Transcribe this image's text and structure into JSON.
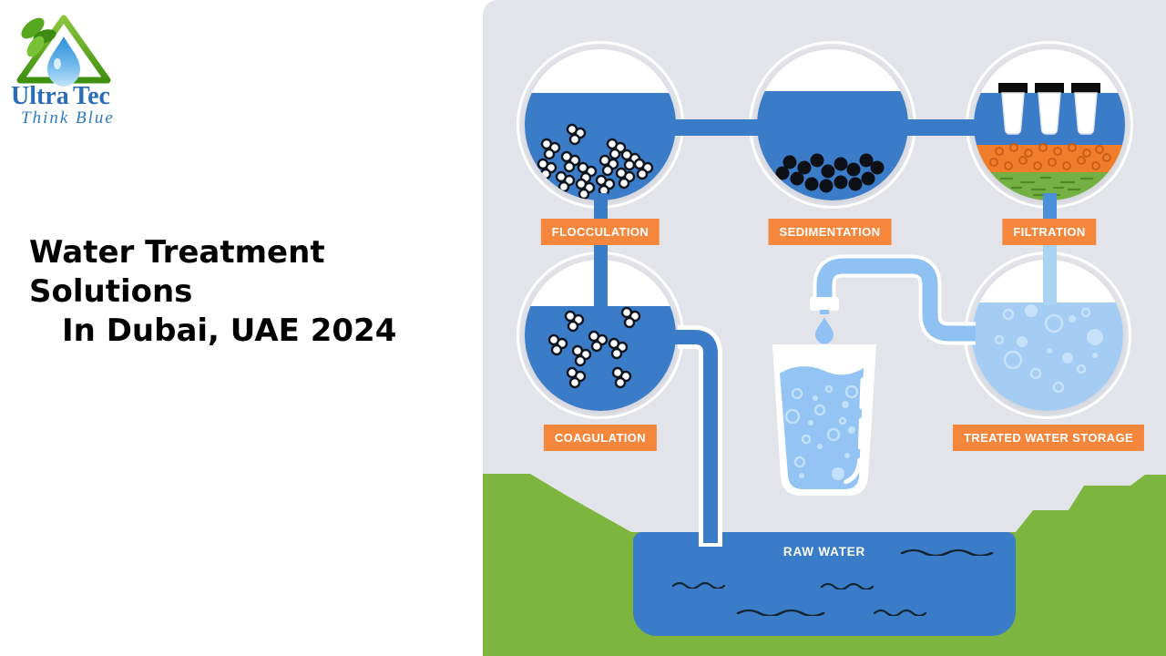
{
  "brand": {
    "name_part1": "Ultra",
    "name_part2": "Tec",
    "tagline": "Think Blue"
  },
  "title": {
    "line1": "Water Treatment Solutions",
    "line2": "In Dubai, UAE 2024"
  },
  "stages": {
    "flocculation": "FLOCCULATION",
    "sedimentation": "SEDIMENTATION",
    "filtration": "FILTRATION",
    "coagulation": "COAGULATION",
    "storage": "TREATED WATER STORAGE",
    "raw_water": "RAW WATER"
  },
  "colors": {
    "panel_bg": "#e3e4e9",
    "water_blue": "#3b7cc9",
    "treated_water_light": "#a5cdf4",
    "glass_water": "#93c4f3",
    "pipe_light_blue": "#8fc1f2",
    "label_orange": "#f5873d",
    "terrain_green": "#7db53f",
    "filter_layer_orange": "#ef7d2c",
    "filter_layer_green": "#74b043",
    "logo_blue": "#2a6cb5"
  }
}
